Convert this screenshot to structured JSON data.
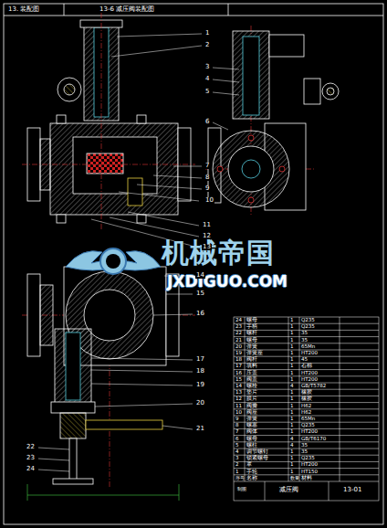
{
  "diagram": {
    "title": "13-6 减压阀装配图",
    "labels": [
      "13. 装配图",
      "机械帝国",
      "JXDIGUO.COM",
      "1",
      "2",
      "3",
      "4",
      "5",
      "6",
      "7",
      "8",
      "9",
      "10",
      "11",
      "12",
      "13",
      "14",
      "15",
      "16",
      "17",
      "18",
      "19",
      "20",
      "21",
      "22",
      "23",
      "24",
      "24",
      "螺母",
      "1",
      "Q235",
      "23",
      "手柄",
      "1",
      "Q235",
      "22",
      "螺杆",
      "1",
      "35",
      "21",
      "螺母",
      "1",
      "35",
      "20",
      "弹簧",
      "1",
      "65Mn",
      "19",
      "弹簧座",
      "1",
      "HT200",
      "18",
      "阀杆",
      "1",
      "45",
      "17",
      "填料",
      "1",
      "石棉",
      "16",
      "压盖",
      "1",
      "HT200",
      "15",
      "阀盖",
      "1",
      "HT200",
      "14",
      "螺栓",
      "4",
      "GB/T5782",
      "13",
      "垫片",
      "1",
      "橡胶",
      "12",
      "膜片",
      "1",
      "橡胶",
      "11",
      "阀瓣",
      "1",
      "H62",
      "10",
      "阀座",
      "1",
      "H62",
      "9",
      "弹簧",
      "1",
      "65Mn",
      "8",
      "螺塞",
      "1",
      "Q235",
      "7",
      "阀体",
      "1",
      "HT200",
      "6",
      "螺母",
      "4",
      "GB/T6170",
      "5",
      "螺柱",
      "4",
      "35",
      "4",
      "调节螺钉",
      "1",
      "35",
      "3",
      "锁紧螺母",
      "1",
      "Q235",
      "2",
      "罩",
      "1",
      "HT200",
      "1",
      "手轮",
      "1",
      "HT150",
      "序号",
      "名称",
      "数量",
      "材料",
      "制图",
      "减压阀",
      "13-01"
    ]
  }
}
